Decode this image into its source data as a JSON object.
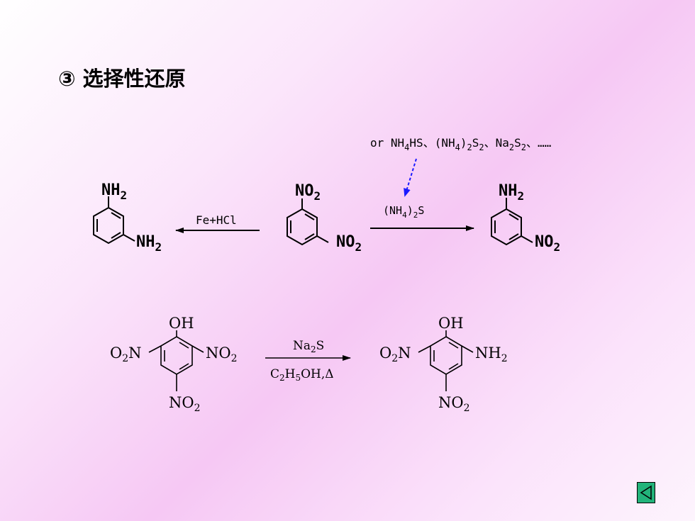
{
  "title": "③ 选择性还原",
  "reaction1": {
    "reactant_top": "NO",
    "reactant_top_sub": "2",
    "reactant_side": "NO",
    "reactant_side_sub": "2",
    "left_arrow_label": "Fe+HCl",
    "left_product_top": "NH",
    "left_product_top_sub": "2",
    "left_product_side": "NH",
    "left_product_side_sub": "2",
    "right_arrow_label": {
      "a": "(NH",
      "b": "4",
      "c": ")",
      "d": "2",
      "e": "S"
    },
    "right_product_top": "NH",
    "right_product_top_sub": "2",
    "right_product_side": "NO",
    "right_product_side_sub": "2",
    "alternatives": {
      "prefix": "or NH",
      "s1": "4",
      "t1": "HS",
      "sep1": "、",
      "t2": "(NH",
      "s2": "4",
      "t3": ")",
      "s3": "2",
      "t4": "S",
      "s4": "2",
      "sep2": "、",
      "t5": "Na",
      "s5": "2",
      "t6": "S",
      "s6": "2",
      "sep3": "、",
      "ellipsis": "……"
    }
  },
  "reaction2": {
    "reactant_oh": "OH",
    "reactant_left": {
      "a": "O",
      "b": "2",
      "c": "N"
    },
    "reactant_right": {
      "a": "NO",
      "b": "2"
    },
    "reactant_bottom": {
      "a": "NO",
      "b": "2"
    },
    "reagent_top": {
      "a": "Na",
      "b": "2",
      "c": "S"
    },
    "reagent_bottom": {
      "a": "C",
      "b": "2",
      "c": "H",
      "d": "5",
      "e": "OH,Δ"
    },
    "product_oh": "OH",
    "product_left": {
      "a": "O",
      "b": "2",
      "c": "N"
    },
    "product_right": {
      "a": "NH",
      "b": "2"
    },
    "product_bottom": {
      "a": "NO",
      "b": "2"
    }
  },
  "colors": {
    "dashed_arrow": "#1a1aff",
    "back_button": "#22b37a"
  },
  "icons": {
    "back_button": "triangle-left-icon"
  }
}
